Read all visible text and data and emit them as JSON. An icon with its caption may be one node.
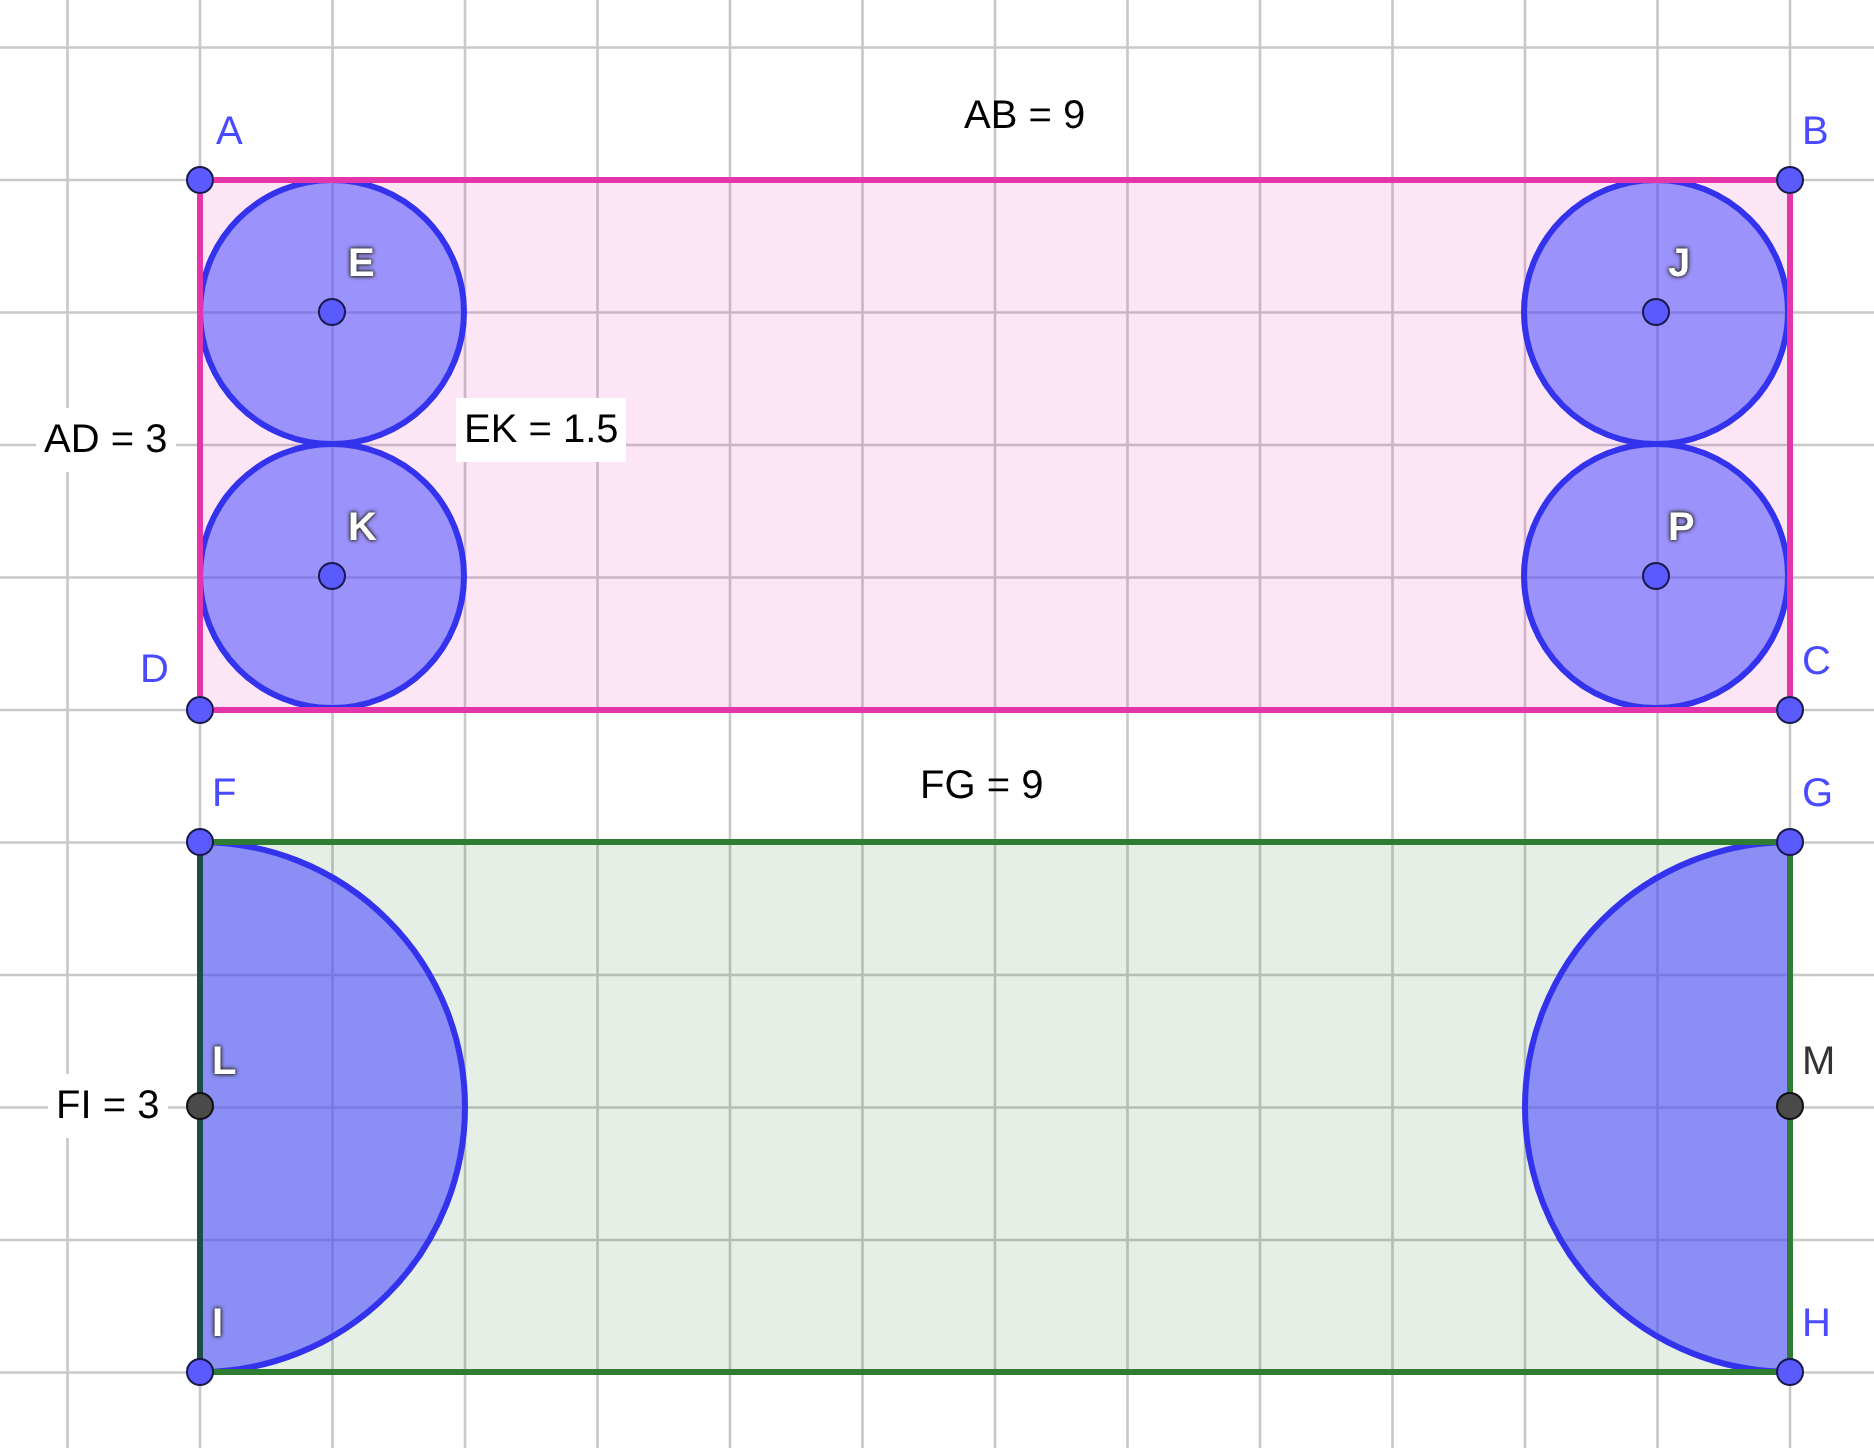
{
  "diagram": {
    "nodes": [
      {
        "text": [],
        "shape": "circle",
        "beside": [
          "A"
        ]
      },
      {
        "text": [],
        "shape": "circle",
        "beside": [
          "B"
        ]
      },
      {
        "text": [],
        "shape": "circle",
        "beside": [
          "C"
        ]
      },
      {
        "text": [],
        "shape": "circle",
        "beside": [
          "D"
        ]
      },
      {
        "text": [],
        "shape": "circle",
        "beside": [
          "E"
        ]
      },
      {
        "text": [],
        "shape": "circle",
        "beside": [
          "J"
        ]
      },
      {
        "text": [],
        "shape": "circle",
        "beside": [
          "K"
        ]
      },
      {
        "text": [],
        "shape": "circle",
        "beside": [
          "P"
        ]
      },
      {
        "text": [],
        "shape": "circle",
        "beside": [
          "F"
        ]
      },
      {
        "text": [],
        "shape": "circle",
        "beside": [
          "G"
        ]
      },
      {
        "text": [],
        "shape": "circle",
        "beside": [
          "L"
        ]
      },
      {
        "text": [],
        "shape": "circle",
        "beside": [
          "M"
        ]
      },
      {
        "text": [],
        "shape": "circle",
        "beside": [
          "I"
        ]
      },
      {
        "text": [],
        "shape": "circle",
        "beside": [
          "H"
        ]
      }
    ],
    "edges": [
      {
        "from": 0,
        "to": 1,
        "arrow": "none",
        "color": "#e535ab"
      },
      {
        "from": 1,
        "to": 2,
        "arrow": "none",
        "color": "#e535ab"
      },
      {
        "from": 2,
        "to": 3,
        "arrow": "none",
        "color": "#e535ab"
      },
      {
        "from": 3,
        "to": 0,
        "arrow": "none",
        "color": "#e535ab"
      },
      {
        "from": 8,
        "to": 9,
        "arrow": "none",
        "color": "#2e7d32"
      },
      {
        "from": 9,
        "to": 11,
        "arrow": "none",
        "color": "#2e7d32"
      },
      {
        "from": 11,
        "to": 13,
        "arrow": "none",
        "color": "#2e7d32"
      },
      {
        "from": 13,
        "to": 12,
        "arrow": "none",
        "color": "#2e7d32"
      },
      {
        "from": 12,
        "to": 10,
        "arrow": "none",
        "color": "#1e4d45"
      },
      {
        "from": 10,
        "to": 8,
        "arrow": "none",
        "color": "#1e4d45"
      }
    ],
    "labels": [
      "AB = 9",
      "AD = 3",
      "EK = 1.5",
      "FG = 9",
      "FI = 3"
    ]
  }
}
